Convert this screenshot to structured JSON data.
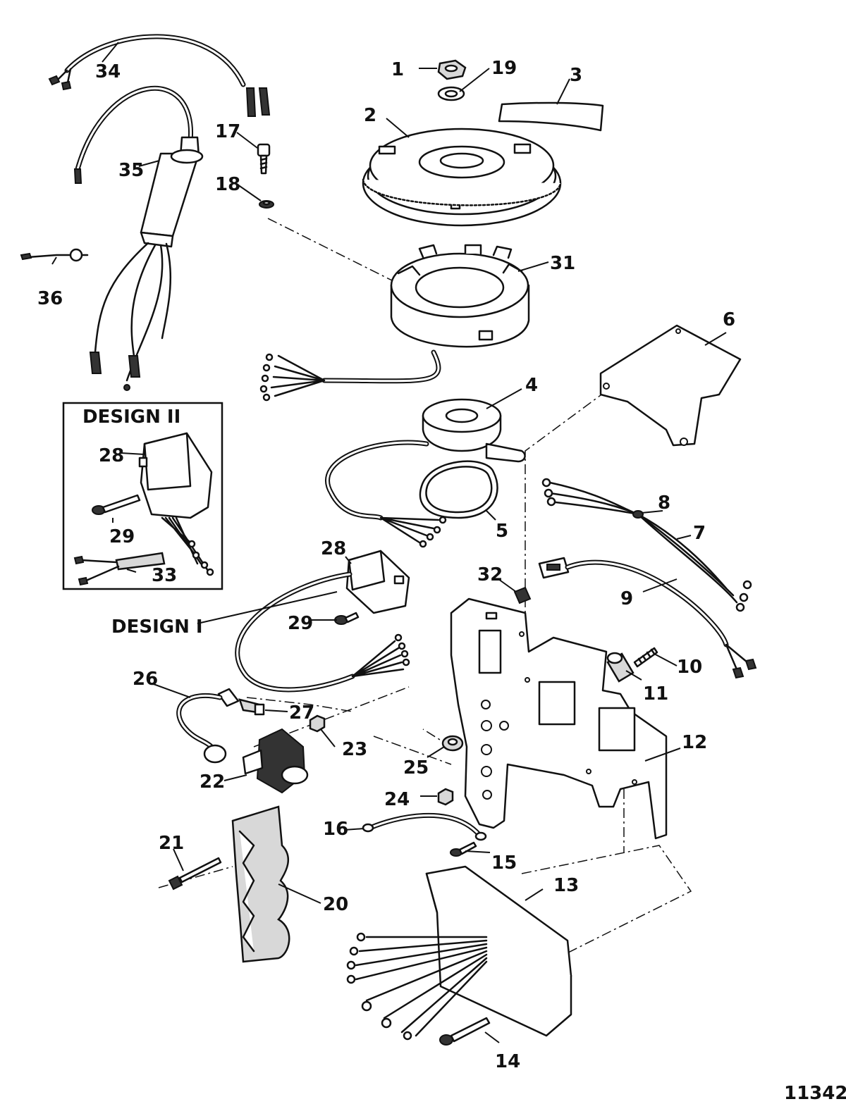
{
  "callouts": {
    "c1": "1",
    "c2": "2",
    "c3": "3",
    "c4": "4",
    "c5": "5",
    "c6": "6",
    "c7": "7",
    "c8": "8",
    "c9": "9",
    "c10": "10",
    "c11": "11",
    "c12": "12",
    "c13": "13",
    "c14": "14",
    "c15": "15",
    "c16": "16",
    "c17": "17",
    "c18": "18",
    "c19": "19",
    "c20": "20",
    "c21": "21",
    "c22": "22",
    "c23": "23",
    "c24": "24",
    "c25": "25",
    "c26": "26",
    "c27": "27",
    "c28a": "28",
    "c28b": "28",
    "c29a": "29",
    "c29b": "29",
    "c31": "31",
    "c32": "32",
    "c33": "33",
    "c34": "34",
    "c35": "35",
    "c36": "36"
  },
  "design_labels": {
    "design_ii": "DESIGN II",
    "design_i": "DESIGN I"
  },
  "figure_number": "11342"
}
